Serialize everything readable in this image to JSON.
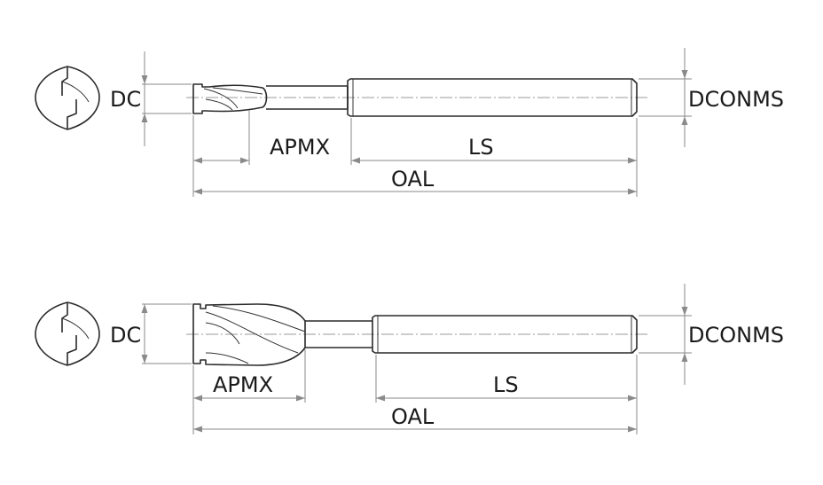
{
  "views": [
    {
      "id": "top",
      "labels": {
        "dc": "DC",
        "dconms": "DCONMS",
        "apmx": "APMX",
        "ls": "LS",
        "oal": "OAL"
      }
    },
    {
      "id": "bottom",
      "labels": {
        "dc": "DC",
        "dconms": "DCONMS",
        "apmx": "APMX",
        "ls": "LS",
        "oal": "OAL"
      }
    }
  ]
}
